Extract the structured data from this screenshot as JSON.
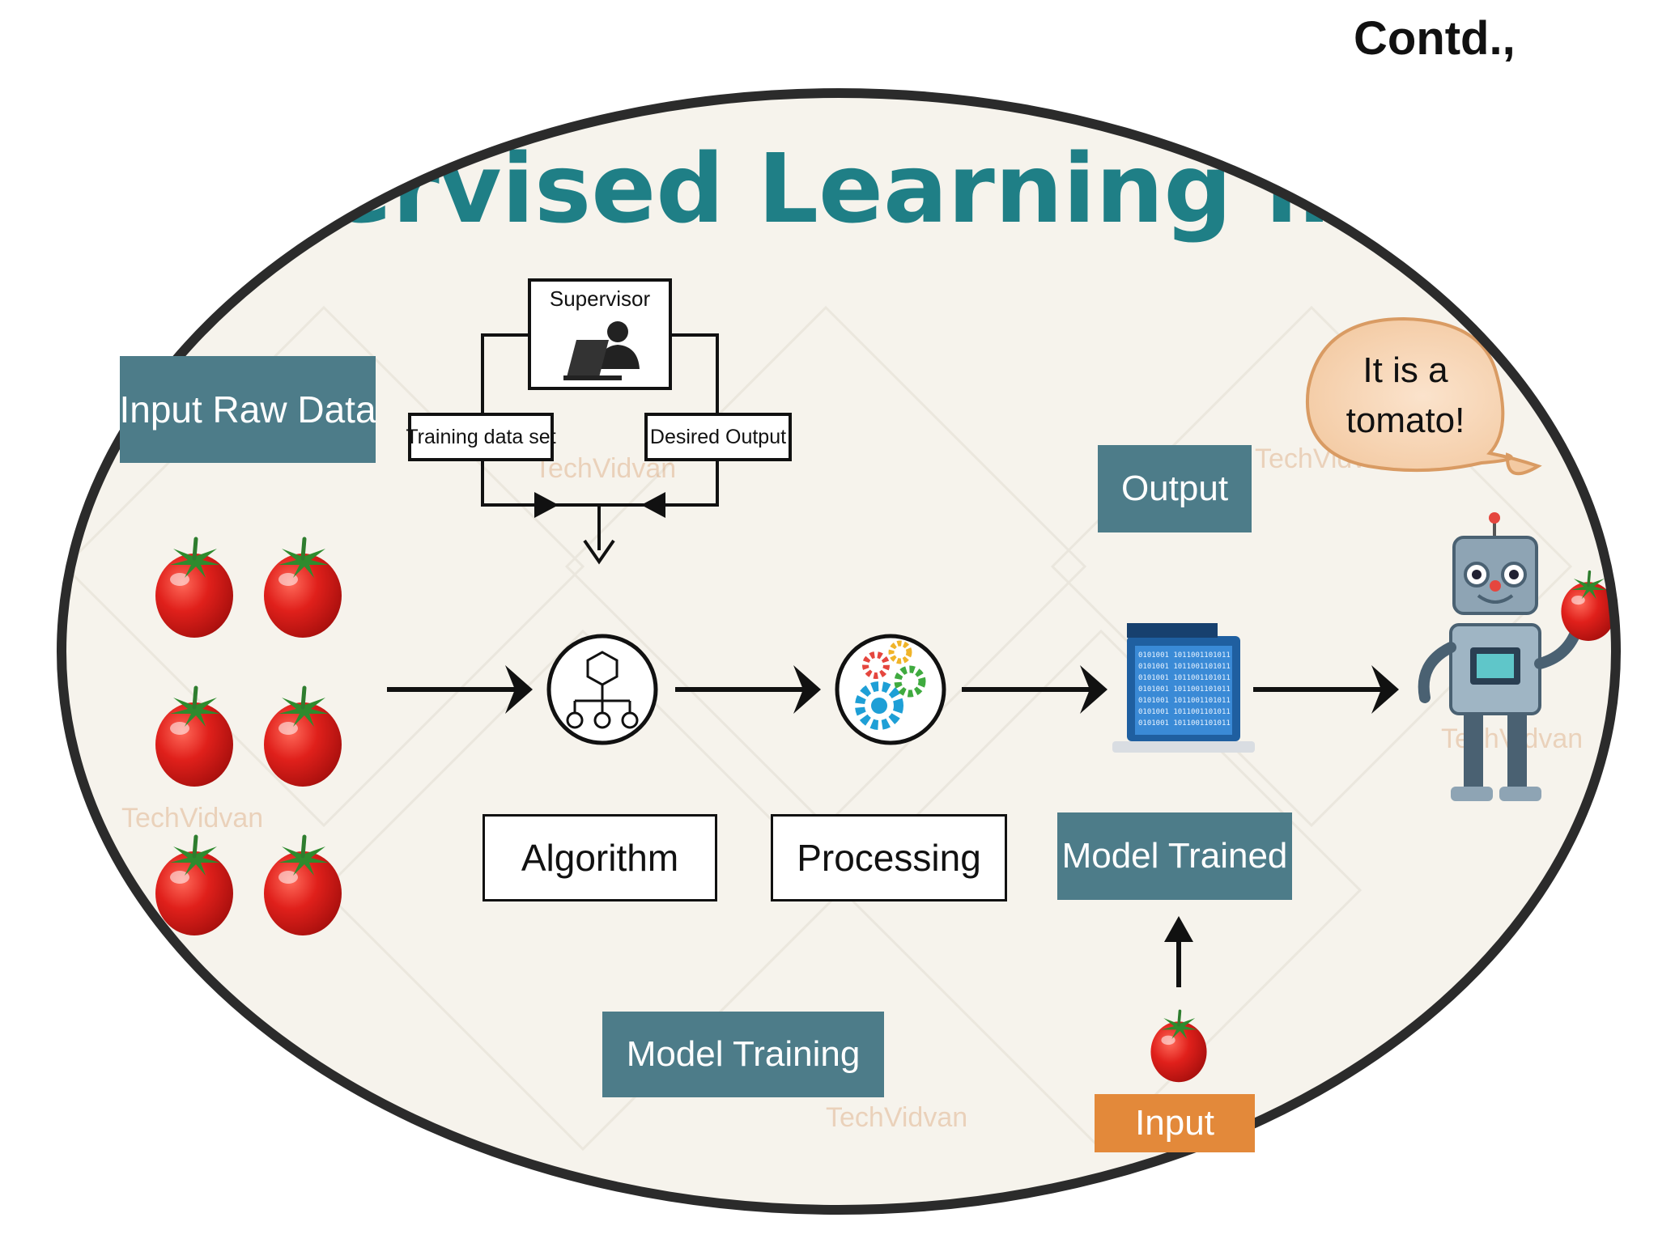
{
  "slide": {
    "heading": "Contd.,"
  },
  "diagram": {
    "title": "Supervised Learning in ML",
    "input_raw_data": "Input Raw Data",
    "supervisor": "Supervisor",
    "training_data_set": "Training data set",
    "desired_output": "Desired Output",
    "algorithm": "Algorithm",
    "processing": "Processing",
    "model_trained": "Model Trained",
    "model_training": "Model Training",
    "output": "Output",
    "input": "Input",
    "speech_line1": "It is a",
    "speech_line2": "tomato!",
    "watermark": "TechVidvan",
    "binary_text": "0101001 1011001101011",
    "colors": {
      "teal_box": "#4d7c89",
      "title_teal": "#1f7f86",
      "orange_box": "#e3893a",
      "tomato_red": "#e0201b",
      "background": "#f6f3ec",
      "ellipse_border": "#2b2b2b"
    },
    "icons": [
      "tomato-icon",
      "network-hierarchy-icon",
      "gears-icon",
      "laptop-binary-icon",
      "robot-icon",
      "supervisor-icon",
      "speech-bubble"
    ]
  }
}
